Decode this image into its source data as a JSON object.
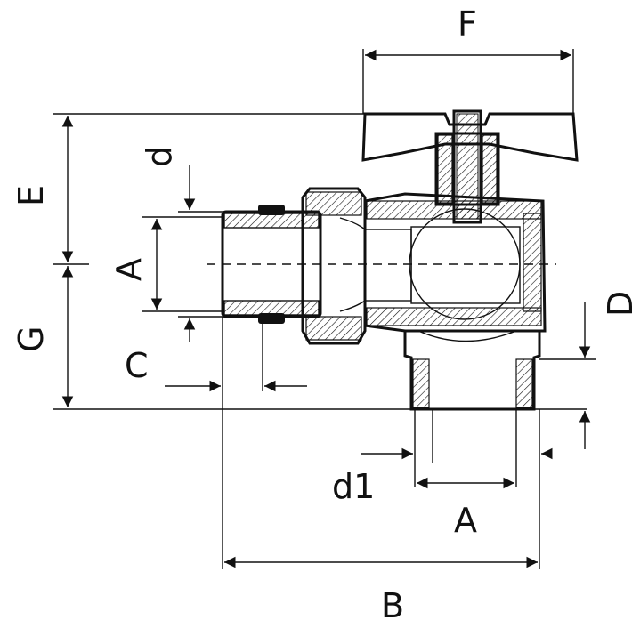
{
  "labels": {
    "F": "F",
    "E": "E",
    "G": "G",
    "d": "d",
    "A_left": "A",
    "C": "C",
    "D": "D",
    "d1": "d1",
    "A_bottom": "A",
    "B": "B"
  },
  "colors": {
    "line": "#111111",
    "background": "#ffffff"
  }
}
